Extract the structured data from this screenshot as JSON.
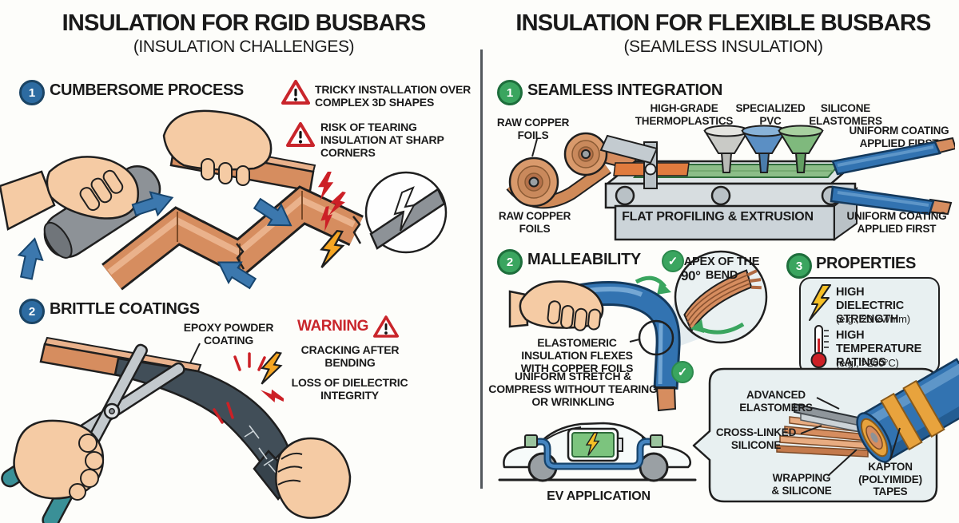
{
  "colors": {
    "background": "#fdfdfa",
    "text": "#1a1a1a",
    "warning_red": "#c9252b",
    "blue_badge": "#2d6ba1",
    "green_badge": "#3aa55f",
    "copper": "#d68d5f",
    "busbar_blue": "#3273b1",
    "panel_bg": "#e8f0f1",
    "bolt_yellow": "#f6c026",
    "kapton_orange": "#e8a33d"
  },
  "left": {
    "title": "INSULATION FOR RGID BUSBARS",
    "subtitle": "(INSULATION CHALLENGES)",
    "section1": {
      "number": "1",
      "heading": "CUMBERSOME PROCESS"
    },
    "warning1": "TRICKY INSTALLATION OVER COMPLEX 3D SHAPES",
    "warning2": "RISK OF TEARING INSULATION AT SHARP CORNERS",
    "section2": {
      "number": "2",
      "heading": "BRITTLE COATINGS"
    },
    "epoxy_label": "EPOXY POWDER COATING",
    "warning_title": "WARNING",
    "warning3": "CRACKING AFTER BENDING",
    "warning4": "LOSS OF DIELECTRIC INTEGRITY"
  },
  "right": {
    "title": "INSULATION FOR FLEXIBLE BUSBARS",
    "subtitle": "(SEAMLESS INSULATION)",
    "section1": {
      "number": "1",
      "heading": "SEAMLESS INTEGRATION"
    },
    "machine_labels": {
      "raw_copper_top": "RAW COPPER FOILS",
      "thermoplastics": "HIGH-GRADE THERMOPLASTICS",
      "pvc": "SPECIALIZED PVC",
      "elastomers": "SILICONE ELASTOMERS",
      "uniform_top": "UNIFORM COATING APPLIED FIRST",
      "machine": "FLAT PROFILING & EXTRUSION",
      "raw_copper_bottom": "RAW COPPER FOILS",
      "uniform_bottom": "UNIFORM COATING APPLIED FIRST"
    },
    "section2": {
      "number": "2",
      "heading": "MALLEABILITY"
    },
    "check": "✓",
    "bend_angle": "90°",
    "apex_label": "APEX OF THE BEND",
    "flex_note1": "ELASTOMERIC INSULATION FLEXES WITH COPPER FOILS",
    "flex_note2": "UNIFORM STRETCH & COMPRESS WITHOUT TEARING OR WRINKLING",
    "ev_label": "EV APPLICATION",
    "section3": {
      "number": "3",
      "heading": "PROPERTIES"
    },
    "properties": {
      "dielectric": "HIGH DIELECTRIC STRENGTH",
      "dielectric_example": "(e.g., 20 kV/mm)",
      "temperature": "HIGH TEMPERATURE RATINGS",
      "temperature_example": "(e.g., >200°C)"
    },
    "cable_labels": {
      "advanced_elastomers": "ADVANCED ELASTOMERS",
      "cross_linked": "CROSS-LINKED SILICONE",
      "wrapping": "WRAPPING & SILICONE",
      "kapton": "KAPTON (POLYIMIDE) TAPES"
    }
  }
}
